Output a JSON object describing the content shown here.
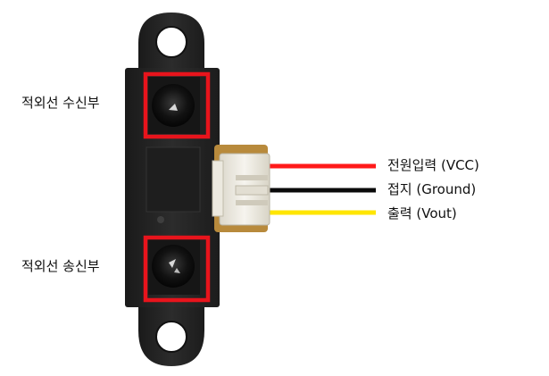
{
  "labels": {
    "receiver": "적외선 수신부",
    "emitter": "적외선 송신부",
    "vcc": "전원입력 (VCC)",
    "ground": "접지 (Ground)",
    "vout": "출력 (Vout)"
  },
  "colors": {
    "highlight": "#e8141c",
    "wire_vcc": "#ff1a1a",
    "wire_ground": "#0a0a0a",
    "wire_vout": "#ffe600",
    "body": "#262626",
    "connector": "#efece2",
    "pcb": "#b88a3c"
  },
  "icons": [
    "ir-receiver-lens-icon",
    "ir-emitter-lens-icon",
    "mounting-hole-icon"
  ]
}
